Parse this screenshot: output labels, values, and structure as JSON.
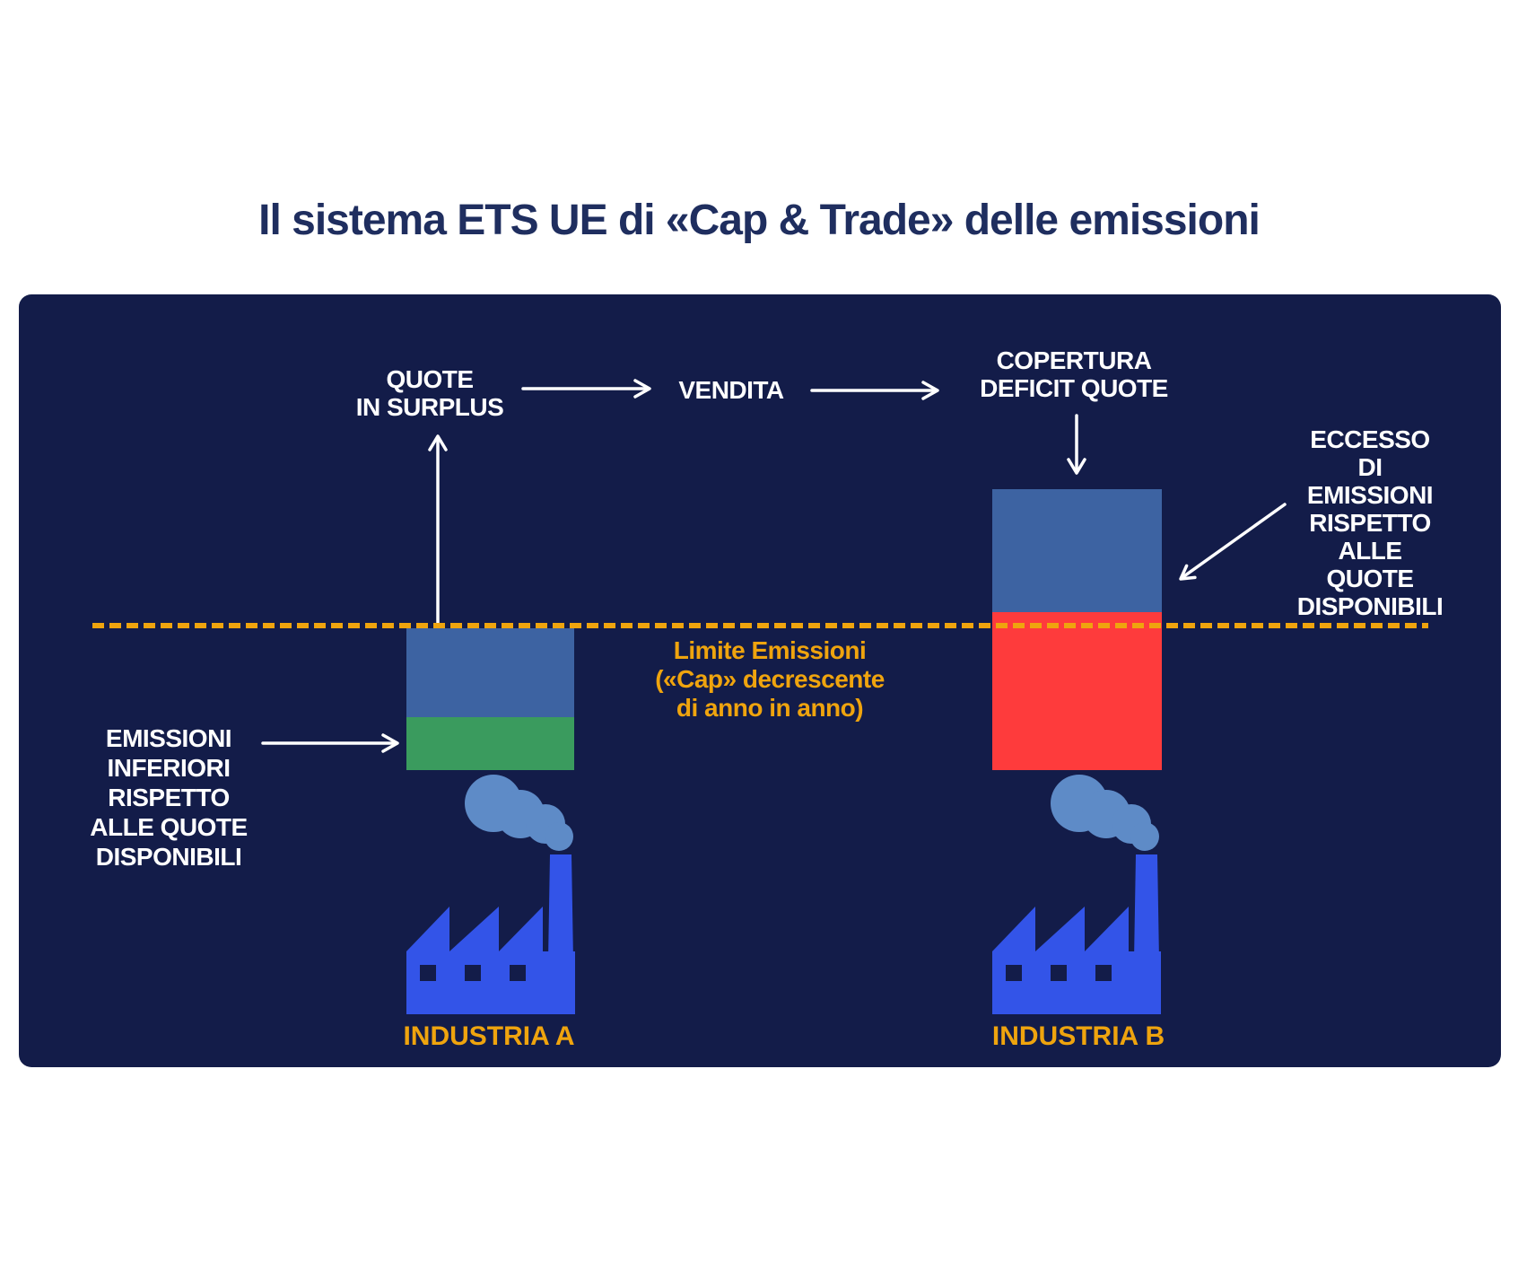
{
  "page": {
    "title": "Il sistema ETS UE di «Cap & Trade» delle emissioni"
  },
  "flow": {
    "quote_surplus": "QUOTE\nIN SURPLUS",
    "vendita": "VENDITA",
    "copertura": "COPERTURA\nDEFICIT QUOTE"
  },
  "cap": {
    "label": "Limite Emissioni\n(«Cap» decrescente\ndi anno in anno)"
  },
  "notes": {
    "left": "EMISSIONI\nINFERIORI\nRISPETTO\nALLE QUOTE\nDISPONIBILI",
    "right": "ECCESSO\nDI EMISSIONI\nRISPETTO\nALLE QUOTE\nDISPONIBILI"
  },
  "industry_a": {
    "label": "INDUSTRIA A"
  },
  "industry_b": {
    "label": "INDUSTRIA B"
  },
  "colors": {
    "panel": "#131C49",
    "navy-text": "#1F2E5F",
    "yellow": "#EFA40E",
    "steel-blue": "#3D63A2",
    "green": "#3A9B5E",
    "red": "#FE3B3C",
    "factory-blue": "#3354E8",
    "smoke-blue": "#5E8BC7",
    "white": "#FFFFFF"
  }
}
